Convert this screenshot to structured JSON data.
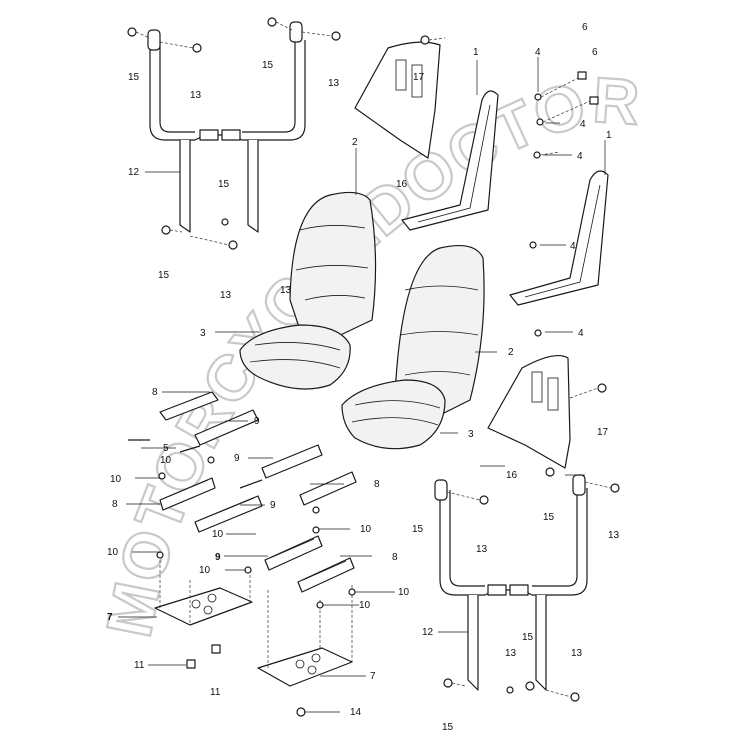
{
  "watermark": {
    "text": "MOTORCYCLEDOCTOR",
    "color": "#c9c9c9"
  },
  "callouts": {
    "c1a": "1",
    "c1b": "1",
    "c2a": "2",
    "c2b": "2",
    "c3a": "3",
    "c3b": "3",
    "c4a": "4",
    "c4b": "4",
    "c4c": "4",
    "c4d": "4",
    "c4e": "4",
    "c5": "5",
    "c6a": "6",
    "c6b": "6",
    "c7a": "7",
    "c7b": "7",
    "c8a": "8",
    "c8b": "8",
    "c8c": "8",
    "c8d": "8",
    "c9a": "9",
    "c9b": "9",
    "c9c": "9",
    "c9d": "9",
    "c10a": "10",
    "c10b": "10",
    "c10c": "10",
    "c10d": "10",
    "c10e": "10",
    "c10f": "10",
    "c10g": "10",
    "c11a": "11",
    "c11b": "11",
    "c12a": "12",
    "c12b": "12",
    "c13a": "13",
    "c13b": "13",
    "c13c": "13",
    "c13d": "13",
    "c13e": "13",
    "c13f": "13",
    "c13g": "13",
    "c13h": "13",
    "c14": "14",
    "c15a": "15",
    "c15b": "15",
    "c15c": "15",
    "c15d": "15",
    "c15e": "15",
    "c15f": "15",
    "c15g": "15",
    "c15h": "15",
    "c16a": "16",
    "c16b": "16",
    "c17a": "17",
    "c17b": "17"
  }
}
